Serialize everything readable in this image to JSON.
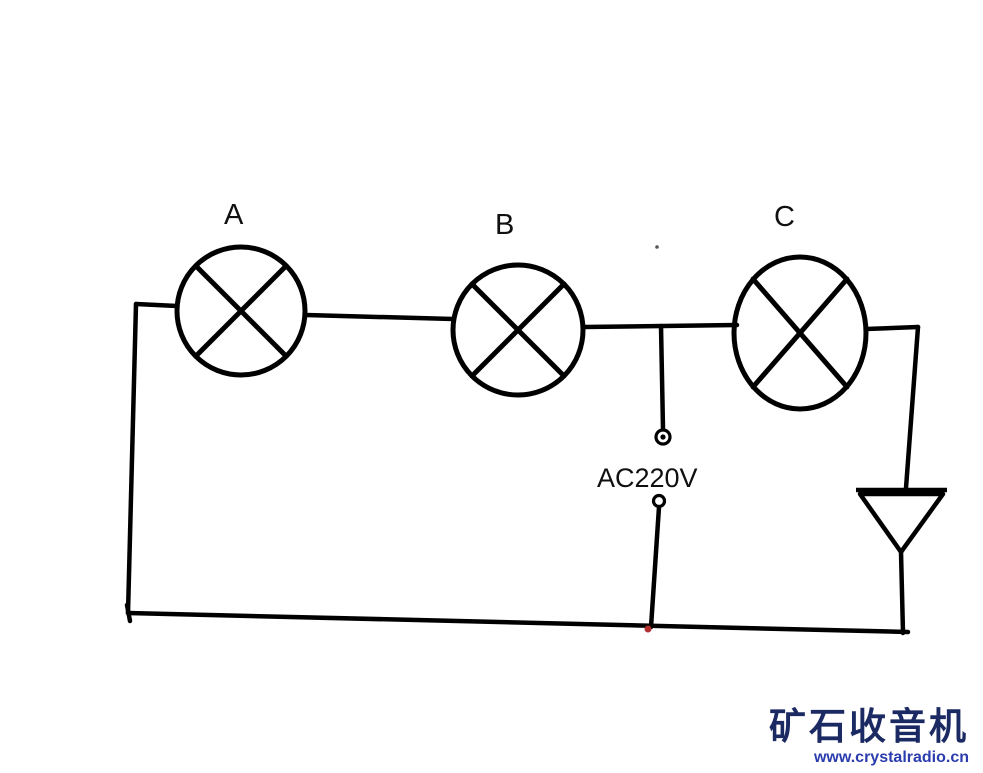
{
  "diagram": {
    "lamps": [
      {
        "id": "A",
        "label": "A"
      },
      {
        "id": "B",
        "label": "B"
      },
      {
        "id": "C",
        "label": "C"
      }
    ],
    "source": {
      "label": "AC220V"
    },
    "colors": {
      "line": "#000000",
      "accent_dot": "#b03030",
      "watermark_title": "#1b2a63",
      "watermark_url": "#2b3cae"
    }
  },
  "watermark": {
    "title": "矿石收音机",
    "url": "www.crystalradio.cn"
  }
}
